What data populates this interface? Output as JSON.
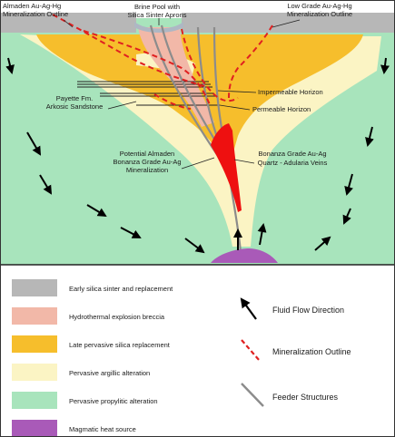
{
  "diagram": {
    "callouts": {
      "almaden_outline_l1": "Almaden Au-Ag-Hg",
      "almaden_outline_l2": "Mineralization Outline",
      "brine_pool_l1": "Brine Pool with",
      "brine_pool_l2": "Silica Sinter Aprons",
      "low_grade_l1": "Low Grade Au-Ag-Hg",
      "low_grade_l2": "Mineralization Outline",
      "payette_l1": "Payette Fm.",
      "payette_l2": "Arkosic Sandstone",
      "impermeable": "Impermeable Horizon",
      "permeable": "Permeable Horizon",
      "potential_l1": "Potential Almaden",
      "potential_l2": "Bonanza Grade Au-Ag",
      "potential_l3": "Mineralization",
      "bonanza_l1": "Bonanza Grade Au-Ag",
      "bonanza_l2": "Quartz - Adularia Veins"
    },
    "colors": {
      "sinter": "#b7b7b7",
      "breccia": "#f2b8a8",
      "silica": "#f6be2c",
      "argillic": "#fbf4c4",
      "propylitic": "#a8e4bc",
      "magmatic": "#a95ab8",
      "mineralization_outline": "#e02020",
      "bonanza_vein": "#ee1010",
      "feeder": "#8c8c8c"
    }
  },
  "legend": {
    "units": [
      {
        "label": "Early silica sinter and replacement",
        "color": "#b7b7b7"
      },
      {
        "label": "Hydrothermal explosion breccia",
        "color": "#f2b8a8"
      },
      {
        "label": "Late pervasive silica replacement",
        "color": "#f6be2c"
      },
      {
        "label": "Pervasive argillic alteration",
        "color": "#fbf4c4"
      },
      {
        "label": "Pervasive propylitic alteration",
        "color": "#a8e4bc"
      },
      {
        "label": "Magmatic heat source",
        "color": "#a95ab8"
      }
    ],
    "symbols": [
      {
        "label": "Fluid Flow Direction",
        "icon": "arrow-icon"
      },
      {
        "label": "Mineralization Outline",
        "icon": "dashed-line-icon"
      },
      {
        "label": "Feeder Structures",
        "icon": "feeder-line-icon"
      }
    ]
  }
}
